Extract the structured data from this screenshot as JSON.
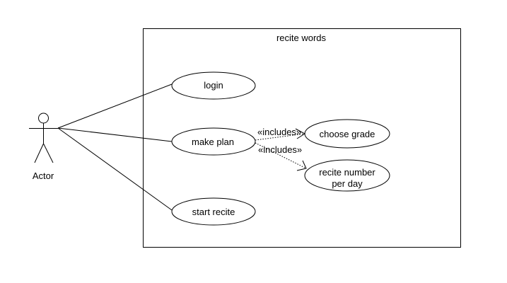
{
  "diagram": {
    "system_title": "recite words",
    "actor_label": "Actor",
    "use_cases": {
      "login": "login",
      "make_plan": "make plan",
      "start_recite": "start recite",
      "choose_grade": "choose grade",
      "recite_number_line1": "recite number",
      "recite_number_line2": "per day"
    },
    "include_label_1": "«includes»",
    "include_label_2": "«includes»"
  }
}
